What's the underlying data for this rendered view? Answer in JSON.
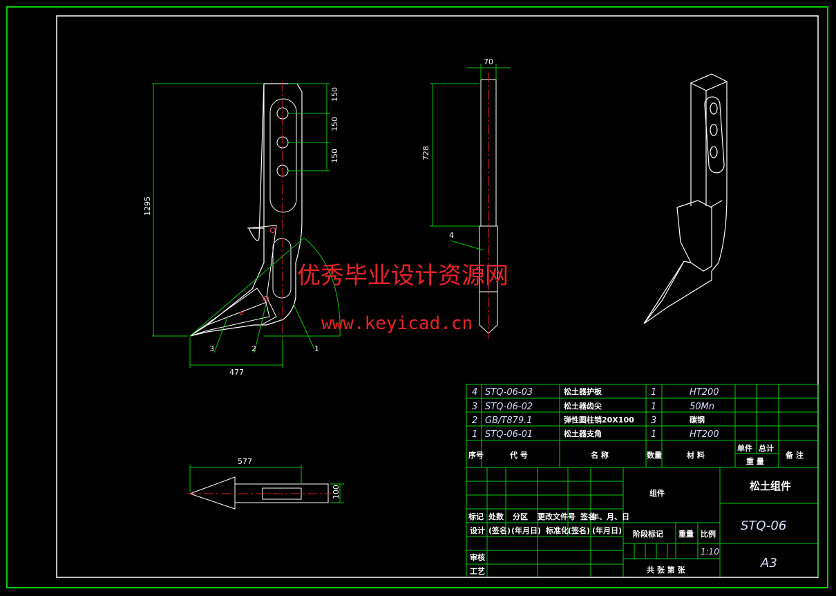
{
  "colors": {
    "background": "#000000",
    "border": "#00d000",
    "outline": "#ffffff",
    "dimension": "#00c800",
    "centerline": "#e02020",
    "watermark": "#e8232a"
  },
  "front_view": {
    "dim_height": "1295",
    "dim_holes": [
      "150",
      "150",
      "150"
    ],
    "dim_width": "477",
    "balloons": [
      "3",
      "2",
      "1"
    ]
  },
  "side_view": {
    "dim_width": "70",
    "dim_length": "728",
    "balloon": "4"
  },
  "bottom_view": {
    "dim_length": "577",
    "dim_height": "100"
  },
  "watermark": {
    "cn": "优秀毕业设计资源网",
    "url": "www.keyicad.cn"
  },
  "bom": {
    "rows": [
      {
        "no": "4",
        "code": "STQ-06-03",
        "name": "松土器护板",
        "qty": "1",
        "material": "HT200"
      },
      {
        "no": "3",
        "code": "STQ-06-02",
        "name": "松土器齿尖",
        "qty": "1",
        "material": "50Mn"
      },
      {
        "no": "2",
        "code": "GB/T879.1",
        "name": "弹性圆柱销20X100",
        "qty": "3",
        "material": "碳钢"
      },
      {
        "no": "1",
        "code": "STQ-06-01",
        "name": "松土器支角",
        "qty": "1",
        "material": "HT200"
      }
    ],
    "header": {
      "no": "序号",
      "code": "代 号",
      "name": "名 称",
      "qty": "数量",
      "material": "材 料",
      "unit": "单件",
      "total": "总计",
      "weight": "重 量",
      "note": "备 注"
    }
  },
  "title_block": {
    "part_name": "组件",
    "drawing_title": "松土组件",
    "drawing_no": "STQ-06",
    "size": "A3",
    "scale": "1:10",
    "rev_header": [
      "标记",
      "处数",
      "分区",
      "更改文件号",
      "签名",
      "年、月、日"
    ],
    "design_row": [
      "设计",
      "(签名)",
      "(年月日)",
      "标准化",
      "(签名)",
      "(年月日)"
    ],
    "stage_label": "阶段标记",
    "weight_label": "重量",
    "scale_label": "比例",
    "review": "审核",
    "process": "工艺",
    "sheets": "共  张  第  张"
  }
}
